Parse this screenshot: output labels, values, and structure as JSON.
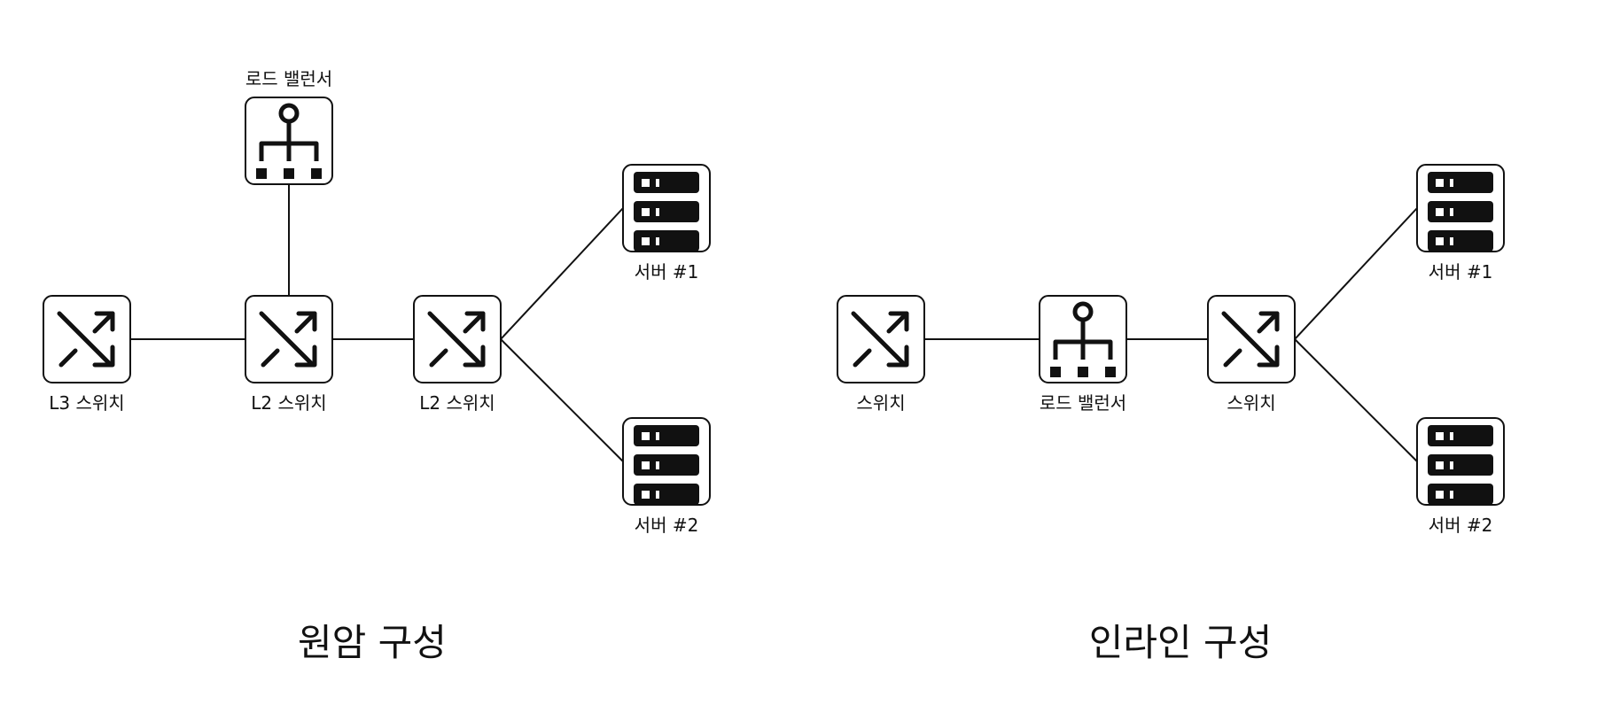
{
  "diagrams": [
    {
      "title": "원암 구성",
      "nodes": [
        {
          "id": "l3-switch",
          "kind": "switch",
          "label": "L3 스위치"
        },
        {
          "id": "l2-switch-a",
          "kind": "switch",
          "label": "L2 스위치"
        },
        {
          "id": "load-balancer",
          "kind": "load-balancer",
          "label": "로드 밸런서"
        },
        {
          "id": "l2-switch-b",
          "kind": "switch",
          "label": "L2 스위치"
        },
        {
          "id": "server-1",
          "kind": "server",
          "label": "서버 #1"
        },
        {
          "id": "server-2",
          "kind": "server",
          "label": "서버 #2"
        }
      ],
      "edges": [
        [
          "l3-switch",
          "l2-switch-a"
        ],
        [
          "l2-switch-a",
          "load-balancer"
        ],
        [
          "l2-switch-a",
          "l2-switch-b"
        ],
        [
          "l2-switch-b",
          "server-1"
        ],
        [
          "l2-switch-b",
          "server-2"
        ]
      ]
    },
    {
      "title": "인라인 구성",
      "nodes": [
        {
          "id": "switch-a",
          "kind": "switch",
          "label": "스위치"
        },
        {
          "id": "load-balancer",
          "kind": "load-balancer",
          "label": "로드 밸런서"
        },
        {
          "id": "switch-b",
          "kind": "switch",
          "label": "스위치"
        },
        {
          "id": "server-1",
          "kind": "server",
          "label": "서버 #1"
        },
        {
          "id": "server-2",
          "kind": "server",
          "label": "서버 #2"
        }
      ],
      "edges": [
        [
          "switch-a",
          "load-balancer"
        ],
        [
          "load-balancer",
          "switch-b"
        ],
        [
          "switch-b",
          "server-1"
        ],
        [
          "switch-b",
          "server-2"
        ]
      ]
    }
  ],
  "icons": {
    "switch": "switch-icon",
    "load-balancer": "load-balancer-icon",
    "server": "server-rack-icon"
  }
}
